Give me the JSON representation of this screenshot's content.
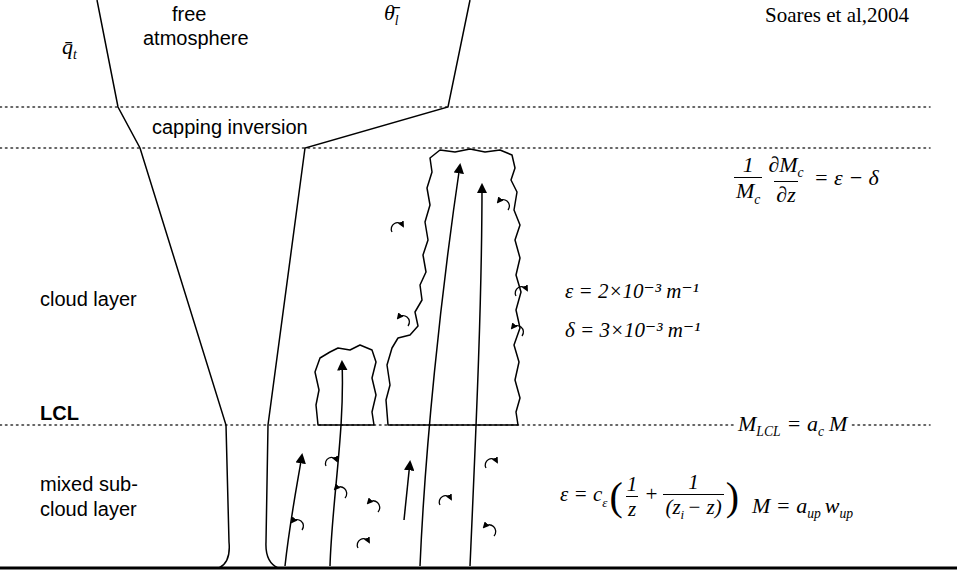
{
  "diagram": {
    "labels": [
      "Soares et al,2004",
      "free",
      "atmosphere",
      "q̄",
      "t",
      "θ̄",
      "l",
      "capping inversion",
      "cloud layer",
      "LCL",
      "mixed sub-cloud layer",
      "1",
      "M",
      "c",
      "∂M",
      "c",
      "∂z",
      "= ε − δ",
      "ε = 2×10⁻³ m⁻¹",
      "δ = 3×10⁻³ m⁻¹",
      "M",
      "LCL",
      "= a",
      "c",
      "M",
      "ε = c",
      "ε",
      "(",
      "1",
      "z",
      "+",
      "1",
      "(z",
      "i",
      "− z)",
      ")",
      "M = a",
      "up",
      "w",
      "up"
    ]
  }
}
